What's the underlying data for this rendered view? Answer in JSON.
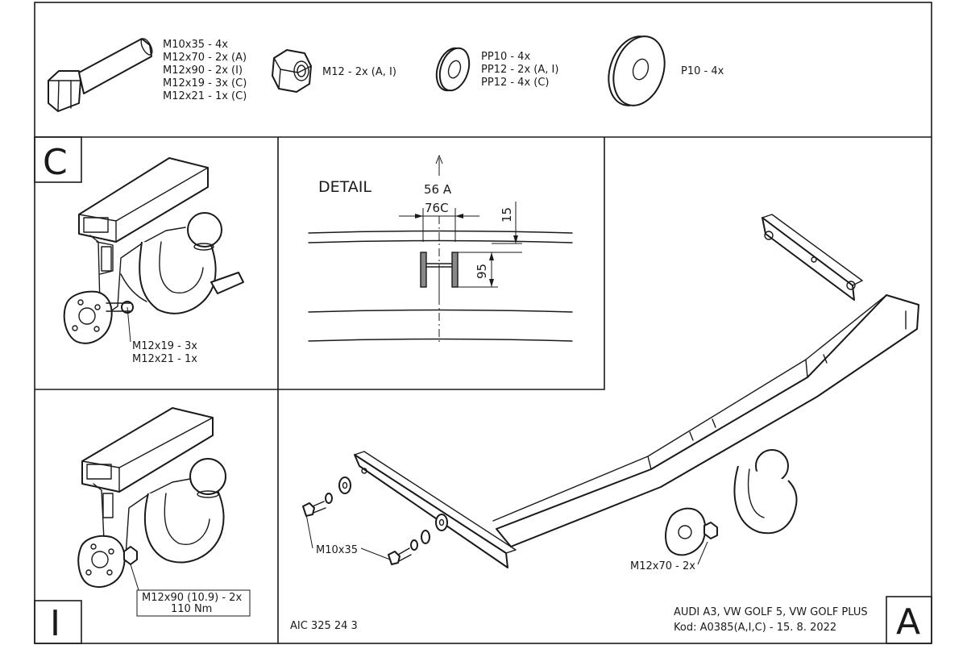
{
  "parts": {
    "bolt": [
      "M10x35 - 4x",
      "M12x70 - 2x (A)",
      "M12x90 - 2x (I)",
      "M12x19 - 3x (C)",
      "M12x21 - 1x (C)"
    ],
    "nut": "M12 - 2x (A, I)",
    "washer_small": [
      "PP10 - 4x",
      "PP12 - 2x (A, I)",
      "PP12 - 4x (C)"
    ],
    "washer_large": "P10 - 4x"
  },
  "panel_c": {
    "letter": "C",
    "bolts": [
      "M12x19 - 3x",
      "M12x21 - 1x"
    ]
  },
  "detail": {
    "title": "DETAIL",
    "dim_a": "56 A",
    "dim_c": "76C",
    "dim_15": "15",
    "dim_95": "95"
  },
  "panel_i": {
    "letter": "I",
    "bolts": [
      "M12x90 (10.9) - 2x",
      "110 Nm"
    ]
  },
  "panel_a": {
    "letter": "A",
    "bolt_left": "M10x35",
    "bolt_right": "M12x70 - 2x",
    "drawing_no": "AIC 325 24 3",
    "vehicles": "AUDI A3, VW GOLF 5, VW GOLF PLUS",
    "code": "Kod: A0385(A,I,C) - 15. 8. 2022"
  }
}
